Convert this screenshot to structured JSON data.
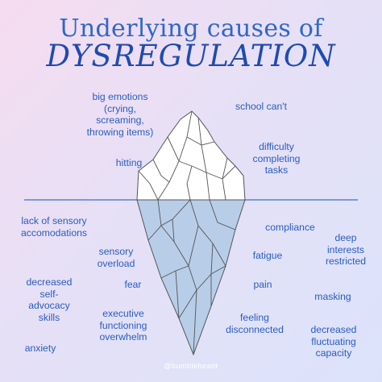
{
  "title": {
    "line1": "Underlying causes of",
    "line2": "DYSREGULATION"
  },
  "above_surface": [
    "big emotions\n(crying,\nscreaming,\nthrowing items)",
    "school can't",
    "hitting",
    "difficulty\ncompleting\ntasks"
  ],
  "below_surface": [
    "lack of sensory\naccomodations",
    "compliance",
    "sensory\noverload",
    "deep\ninterests\nrestricted",
    "fatigue",
    "decreased\nself-\nadvocacy\nskills",
    "fear",
    "pain",
    "masking",
    "executive\nfunctioning\noverwhelm",
    "feeling\ndisconnected",
    "anxiety",
    "decreased\nfluctuating\ncapacity"
  ],
  "handle": "@bumblebeaot",
  "colors": {
    "text": "#2a5cc0",
    "water_line": "#3a6fd0",
    "ice_top": "#ffffff",
    "ice_bottom": "#b8cde8",
    "ice_stroke": "#555555"
  }
}
